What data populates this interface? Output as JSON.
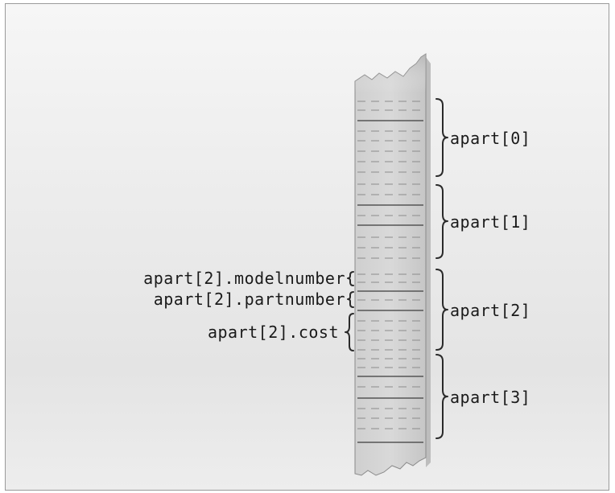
{
  "diagram": {
    "elements": [
      "apart[0]",
      "apart[1]",
      "apart[2]",
      "apart[3]"
    ],
    "members": {
      "modelnumber": "apart[2].modelnumber",
      "partnumber": "apart[2].partnumber",
      "cost": "apart[2].cost"
    }
  }
}
